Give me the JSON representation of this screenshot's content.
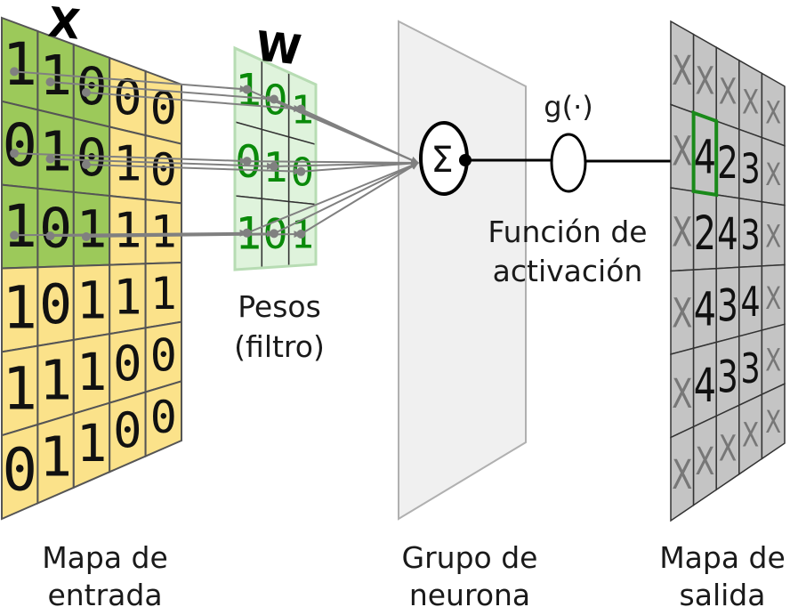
{
  "input_map": {
    "letter": "X",
    "values": [
      [
        "1",
        "1",
        "0",
        "0",
        "0"
      ],
      [
        "0",
        "1",
        "0",
        "1",
        "0"
      ],
      [
        "1",
        "0",
        "1",
        "1",
        "1"
      ],
      [
        "1",
        "0",
        "1",
        "1",
        "1"
      ],
      [
        "1",
        "1",
        "1",
        "0",
        "0"
      ],
      [
        "0",
        "1",
        "1",
        "0",
        "0"
      ]
    ],
    "caption_line1": "Mapa de",
    "caption_line2": "entrada",
    "colors": {
      "highlight": "#9cc95a",
      "fill": "#fbe28a",
      "border": "#555555"
    }
  },
  "weights": {
    "letter": "W",
    "values": [
      [
        "1",
        "0",
        "1"
      ],
      [
        "0",
        "1",
        "0"
      ],
      [
        "1",
        "0",
        "1"
      ]
    ],
    "caption_line1": "Pesos",
    "caption_line2": "(filtro)",
    "colors": {
      "fill": "#dff3dc",
      "text": "#0a8a0a"
    }
  },
  "neuron": {
    "symbol": "Σ",
    "caption_line1": "Grupo de",
    "caption_line2": "neurona"
  },
  "activation": {
    "label": "g(·)",
    "caption_line1": "Función de",
    "caption_line2": "activación"
  },
  "output_map": {
    "values": [
      [
        "X",
        "X",
        "X",
        "X",
        "X"
      ],
      [
        "X",
        "4",
        "2",
        "3",
        "X"
      ],
      [
        "X",
        "2",
        "4",
        "3",
        "X"
      ],
      [
        "X",
        "4",
        "3",
        "4",
        "X"
      ],
      [
        "X",
        "4",
        "3",
        "3",
        "X"
      ],
      [
        "X",
        "X",
        "X",
        "X",
        "X"
      ]
    ],
    "caption_line1": "Mapa de",
    "caption_line2": "salida",
    "colors": {
      "fill": "#c4c4c4",
      "border": "#333333",
      "highlight": "#1a8a1a"
    }
  }
}
